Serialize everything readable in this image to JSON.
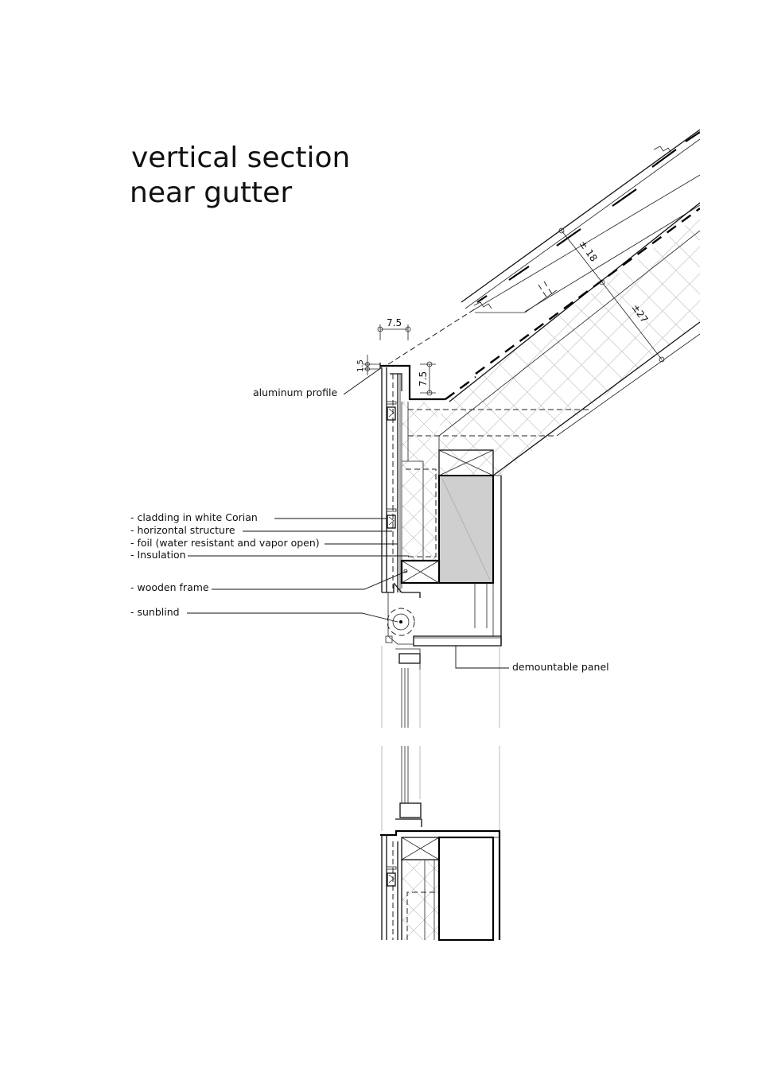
{
  "title": {
    "line1": "vertical section",
    "line2": "near gutter"
  },
  "labels": {
    "aluminum_profile": "aluminum profile",
    "cladding": "- cladding in white Corian",
    "horizontal_structure": "- horizontal structure",
    "foil": "- foil (water resistant and vapor open)",
    "insulation": "- Insulation",
    "wooden_frame": "- wooden frame",
    "sunblind": "- sunblind",
    "demountable_panel": "demountable panel"
  },
  "dimensions": {
    "overhang_width": "7.5",
    "profile_height": "7.5",
    "profile_lip": "1.5",
    "batten_depth": "± 18",
    "rafter_depth": "±27"
  }
}
